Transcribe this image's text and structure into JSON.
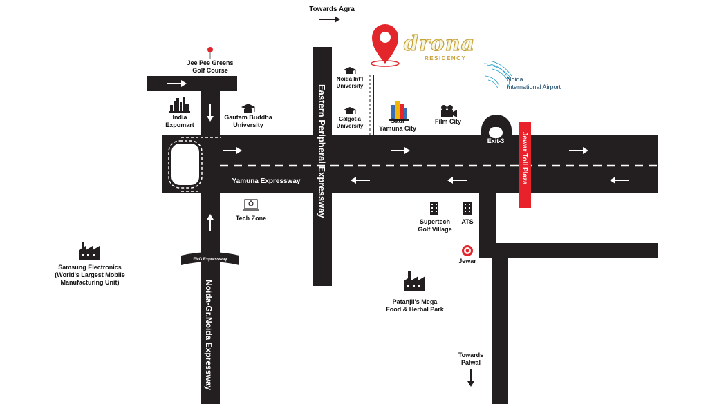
{
  "header": {
    "towards_agra": "Towards Agra"
  },
  "brand": {
    "name": "drona",
    "subtitle": "RESIDENCY"
  },
  "airport": {
    "line1": "Noida",
    "line2": "International Airport"
  },
  "roads": {
    "yamuna": "Yamuna Expressway",
    "eastern_peripheral": "Eastern Peripheral Expressway",
    "noida_gr_noida": "Noida-Gr.Noida Expressway",
    "fng": "FNG Expressway",
    "jewar_toll": "Jewar Toll Plaza",
    "exit": "Exit-3"
  },
  "landmarks": {
    "jee_pee": {
      "line1": "Jee Pee Greens",
      "line2": "Golf Course"
    },
    "india_expomart": {
      "line1": "India",
      "line2": "Expomart"
    },
    "gautam_buddha": {
      "line1": "Gautam Buddha",
      "line2": "University"
    },
    "noida_intl": {
      "line1": "Noida Int'l",
      "line2": "University"
    },
    "galgotia": {
      "line1": "Galgotia",
      "line2": "University"
    },
    "gaur": {
      "line1": "Gaur",
      "line2": "Yamuna City"
    },
    "film_city": {
      "line1": "Film City"
    },
    "tech_zone": {
      "line1": "Tech Zone"
    },
    "supertech": {
      "line1": "Supertech",
      "line2": "Golf Village"
    },
    "ats": {
      "line1": "ATS"
    },
    "jewar": {
      "line1": "Jewar"
    },
    "samsung": {
      "line1": "Samsung Electronics",
      "line2": "(World's Largest Mobile",
      "line3": "Manufacturing Unit)"
    },
    "patanjali": {
      "line1": "Patanjli's Mega",
      "line2": "Food & Herbal Park"
    },
    "towards_palwal": {
      "line1": "Towards",
      "line2": "Palwal"
    }
  },
  "colors": {
    "road": "#231f20",
    "marker_red": "#e2262b",
    "toll": "#e8212a",
    "brand_gold": "#c9a23a",
    "airport_blue": "#1a4b6e"
  },
  "icons": [
    "arrow-right-icon",
    "arrow-left-icon",
    "arrow-down-icon",
    "arrow-up-icon",
    "location-pin-icon",
    "graduation-cap-icon",
    "city-buildings-icon",
    "film-camera-icon",
    "building-icon",
    "target-icon",
    "factory-icon",
    "skyline-icon",
    "circuit-icon",
    "bird-logo-icon"
  ]
}
